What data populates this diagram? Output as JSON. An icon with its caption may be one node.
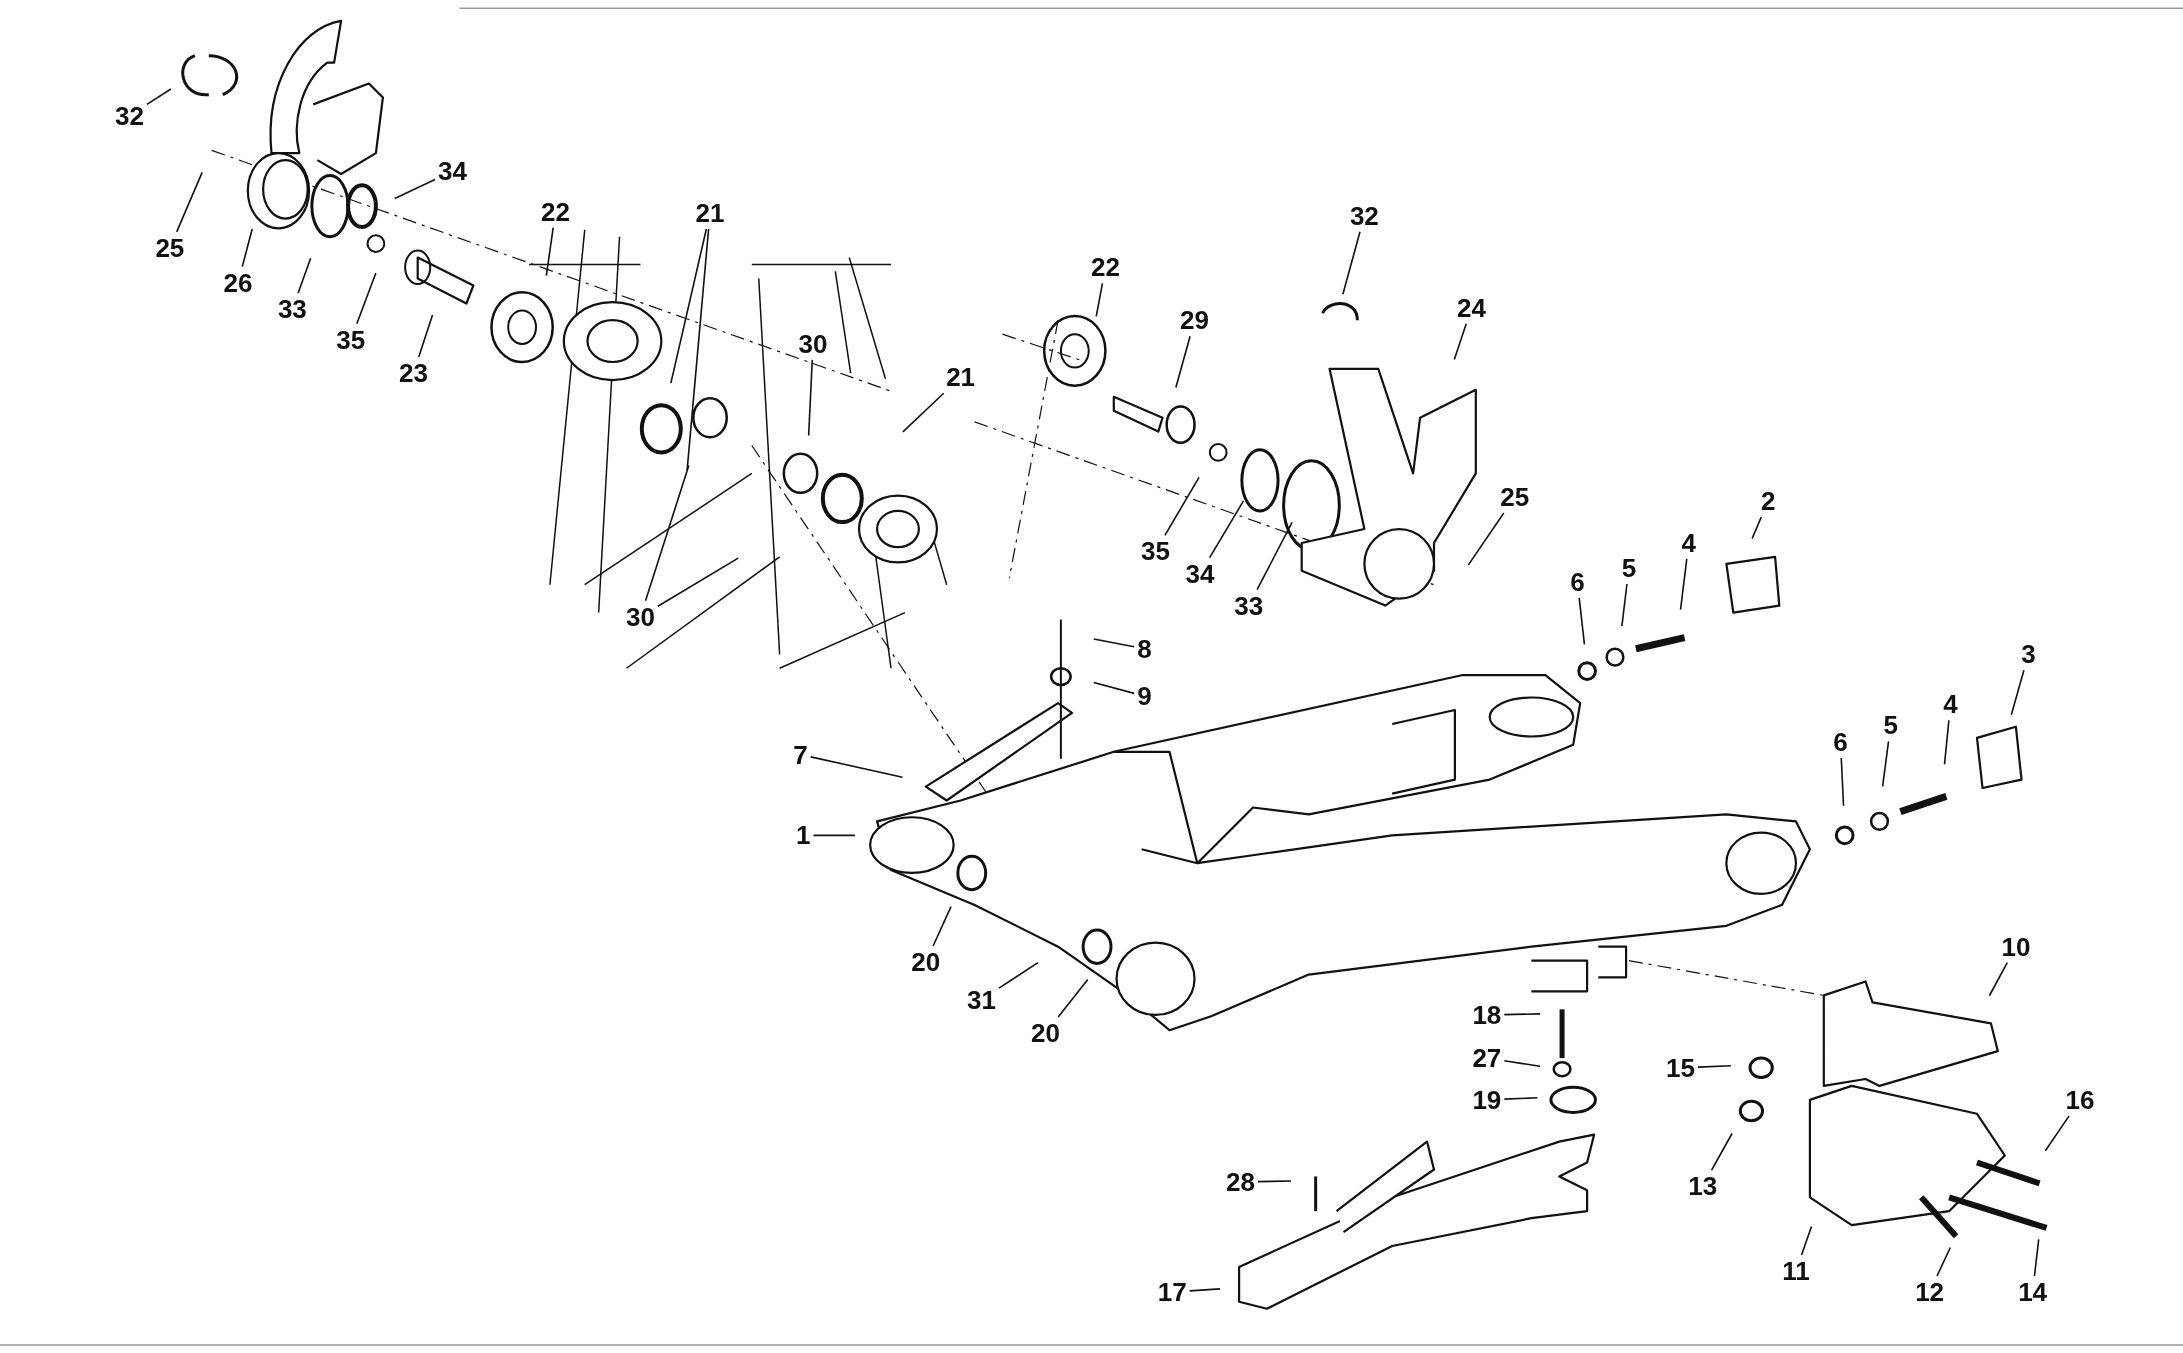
{
  "diagram": {
    "nodes": [
      {
        "text": [
          "32"
        ]
      },
      {
        "text": [
          "25"
        ]
      },
      {
        "text": [
          "34"
        ]
      },
      {
        "text": [
          "26"
        ]
      },
      {
        "text": [
          "33"
        ]
      },
      {
        "text": [
          "35"
        ]
      },
      {
        "text": [
          "23"
        ]
      },
      {
        "text": [
          "22"
        ]
      },
      {
        "text": [
          "21"
        ]
      },
      {
        "text": [
          "22"
        ]
      },
      {
        "text": [
          "32"
        ]
      },
      {
        "text": [
          "29"
        ]
      },
      {
        "text": [
          "24"
        ]
      },
      {
        "text": [
          "30"
        ]
      },
      {
        "text": [
          "21"
        ]
      },
      {
        "text": [
          "25"
        ]
      },
      {
        "text": [
          "2"
        ]
      },
      {
        "text": [
          "35"
        ]
      },
      {
        "text": [
          "34"
        ]
      },
      {
        "text": [
          "33"
        ]
      },
      {
        "text": [
          "30"
        ]
      },
      {
        "text": [
          "4"
        ]
      },
      {
        "text": [
          "5"
        ]
      },
      {
        "text": [
          "6"
        ]
      },
      {
        "text": [
          "8"
        ]
      },
      {
        "text": [
          "3"
        ]
      },
      {
        "text": [
          "9"
        ]
      },
      {
        "text": [
          "4"
        ]
      },
      {
        "text": [
          "5"
        ]
      },
      {
        "text": [
          "6"
        ]
      },
      {
        "text": [
          "7"
        ]
      },
      {
        "text": [
          "1"
        ]
      },
      {
        "text": [
          "10"
        ]
      },
      {
        "text": [
          "20"
        ]
      },
      {
        "text": [
          "31"
        ]
      },
      {
        "text": [
          "18"
        ]
      },
      {
        "text": [
          "20"
        ]
      },
      {
        "text": [
          "27"
        ]
      },
      {
        "text": [
          "15"
        ]
      },
      {
        "text": [
          "16"
        ]
      },
      {
        "text": [
          "19"
        ]
      },
      {
        "text": [
          "13"
        ]
      },
      {
        "text": [
          "28"
        ]
      },
      {
        "text": [
          "11"
        ]
      },
      {
        "text": [
          "12"
        ]
      },
      {
        "text": [
          "14"
        ]
      },
      {
        "text": [
          "17"
        ]
      }
    ],
    "edges": [
      {
        "from": 0,
        "to": null,
        "arrow": "none"
      },
      {
        "from": 1,
        "to": null,
        "arrow": "none"
      },
      {
        "from": 2,
        "to": null,
        "arrow": "none"
      },
      {
        "from": 3,
        "to": null,
        "arrow": "none"
      },
      {
        "from": 4,
        "to": null,
        "arrow": "none"
      },
      {
        "from": 5,
        "to": null,
        "arrow": "none"
      },
      {
        "from": 6,
        "to": null,
        "arrow": "none"
      },
      {
        "from": 7,
        "to": null,
        "arrow": "none"
      },
      {
        "from": 8,
        "to": null,
        "arrow": "none"
      },
      {
        "from": 8,
        "to": null,
        "arrow": "none"
      },
      {
        "from": 9,
        "to": null,
        "arrow": "none"
      },
      {
        "from": 10,
        "to": null,
        "arrow": "none"
      },
      {
        "from": 11,
        "to": null,
        "arrow": "none"
      },
      {
        "from": 12,
        "to": null,
        "arrow": "none"
      },
      {
        "from": 13,
        "to": null,
        "arrow": "none"
      },
      {
        "from": 14,
        "to": null,
        "arrow": "none"
      },
      {
        "from": 15,
        "to": null,
        "arrow": "none"
      },
      {
        "from": 16,
        "to": null,
        "arrow": "none"
      },
      {
        "from": 17,
        "to": null,
        "arrow": "none"
      },
      {
        "from": 18,
        "to": null,
        "arrow": "none"
      },
      {
        "from": 19,
        "to": null,
        "arrow": "none"
      },
      {
        "from": 20,
        "to": null,
        "arrow": "none"
      },
      {
        "from": 20,
        "to": null,
        "arrow": "none"
      },
      {
        "from": 21,
        "to": null,
        "arrow": "none"
      },
      {
        "from": 22,
        "to": null,
        "arrow": "none"
      },
      {
        "from": 23,
        "to": null,
        "arrow": "none"
      },
      {
        "from": 24,
        "to": null,
        "arrow": "none"
      },
      {
        "from": 25,
        "to": null,
        "arrow": "none"
      },
      {
        "from": 26,
        "to": null,
        "arrow": "none"
      },
      {
        "from": 27,
        "to": null,
        "arrow": "none"
      },
      {
        "from": 28,
        "to": null,
        "arrow": "none"
      },
      {
        "from": 29,
        "to": null,
        "arrow": "none"
      },
      {
        "from": 30,
        "to": null,
        "arrow": "none"
      },
      {
        "from": 31,
        "to": null,
        "arrow": "none"
      },
      {
        "from": 32,
        "to": null,
        "arrow": "none"
      },
      {
        "from": 33,
        "to": null,
        "arrow": "none"
      },
      {
        "from": 34,
        "to": null,
        "arrow": "none"
      },
      {
        "from": 35,
        "to": null,
        "arrow": "none"
      },
      {
        "from": 36,
        "to": null,
        "arrow": "none"
      },
      {
        "from": 37,
        "to": null,
        "arrow": "none"
      },
      {
        "from": 38,
        "to": null,
        "arrow": "none"
      },
      {
        "from": 39,
        "to": null,
        "arrow": "none"
      },
      {
        "from": 40,
        "to": null,
        "arrow": "none"
      },
      {
        "from": 41,
        "to": null,
        "arrow": "none"
      },
      {
        "from": 42,
        "to": null,
        "arrow": "none"
      },
      {
        "from": 43,
        "to": null,
        "arrow": "none"
      },
      {
        "from": 44,
        "to": null,
        "arrow": "none"
      },
      {
        "from": 45,
        "to": null,
        "arrow": "none"
      },
      {
        "from": 46,
        "to": null,
        "arrow": "none"
      }
    ]
  }
}
